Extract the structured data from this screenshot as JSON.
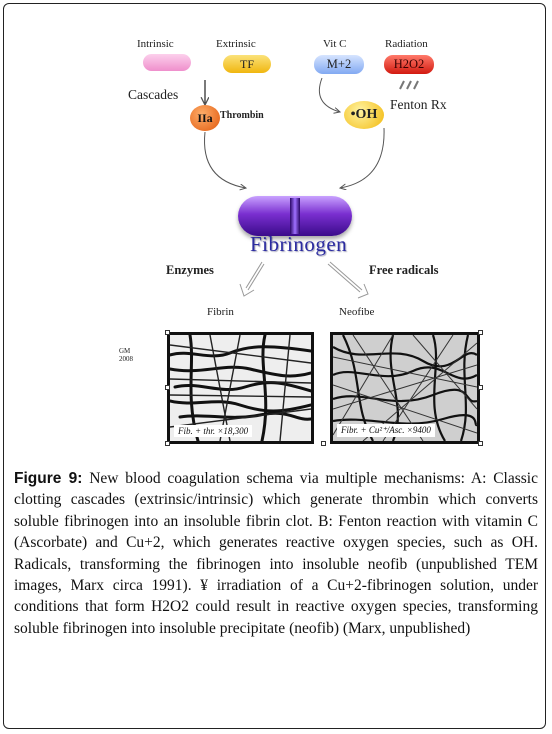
{
  "diagram": {
    "intrinsic": "Intrinsic",
    "extrinsic": "Extrinsic",
    "tf": "TF",
    "cascades": "Cascades",
    "iia": "IIa",
    "thrombin": "Thrombin",
    "vitc": "Vit C",
    "radiation": "Radiation",
    "m2": "M+2",
    "h2o2": "H2O2",
    "oh": "•OH",
    "fenton": "Fenton Rx",
    "fibrinogen": "Fibrinogen",
    "enzymes": "Enzymes",
    "free_radicals": "Free radicals",
    "fibrin": "Fibrin",
    "neofibe": "Neofibe",
    "gm_line1": "GM",
    "gm_line2": "2008",
    "photo1_caption": "Fib. + thr.   ×18,300",
    "photo2_caption": "Fibr. + Cu²⁺/Asc.  ×9400"
  },
  "caption": {
    "figure_label": "Figure 9:",
    "text": " New blood coagulation schema via multiple mechanisms: A: Classic clotting cascades (extrinsic/intrinsic) which generate thrombin which converts soluble fibrinogen into an insoluble fibrin clot. B: Fenton reaction with vitamin C (Ascorbate) and Cu+2, which generates reactive oxygen species, such as OH. Radicals, transforming the fibrinogen into insoluble neofib (unpublished TEM images, Marx circa 1991). ¥ irradiation of a Cu+2-fibrinogen solution, under conditions that form H2O2 could result in reactive oxygen species, transforming soluble fibrinogen into insoluble precipitate (neofib) (Marx, unpublished)"
  },
  "colors": {
    "intrinsic_pill": "#f7a8d8",
    "tf_pill": "#f5c51a",
    "m2_pill": "#9fbef7",
    "h2o2_pill": "#e8281c",
    "iia_circle": "#e86a1a",
    "oh_circle": "#f5c51a",
    "fibrinogen_capsule": "#7a2fd0"
  }
}
